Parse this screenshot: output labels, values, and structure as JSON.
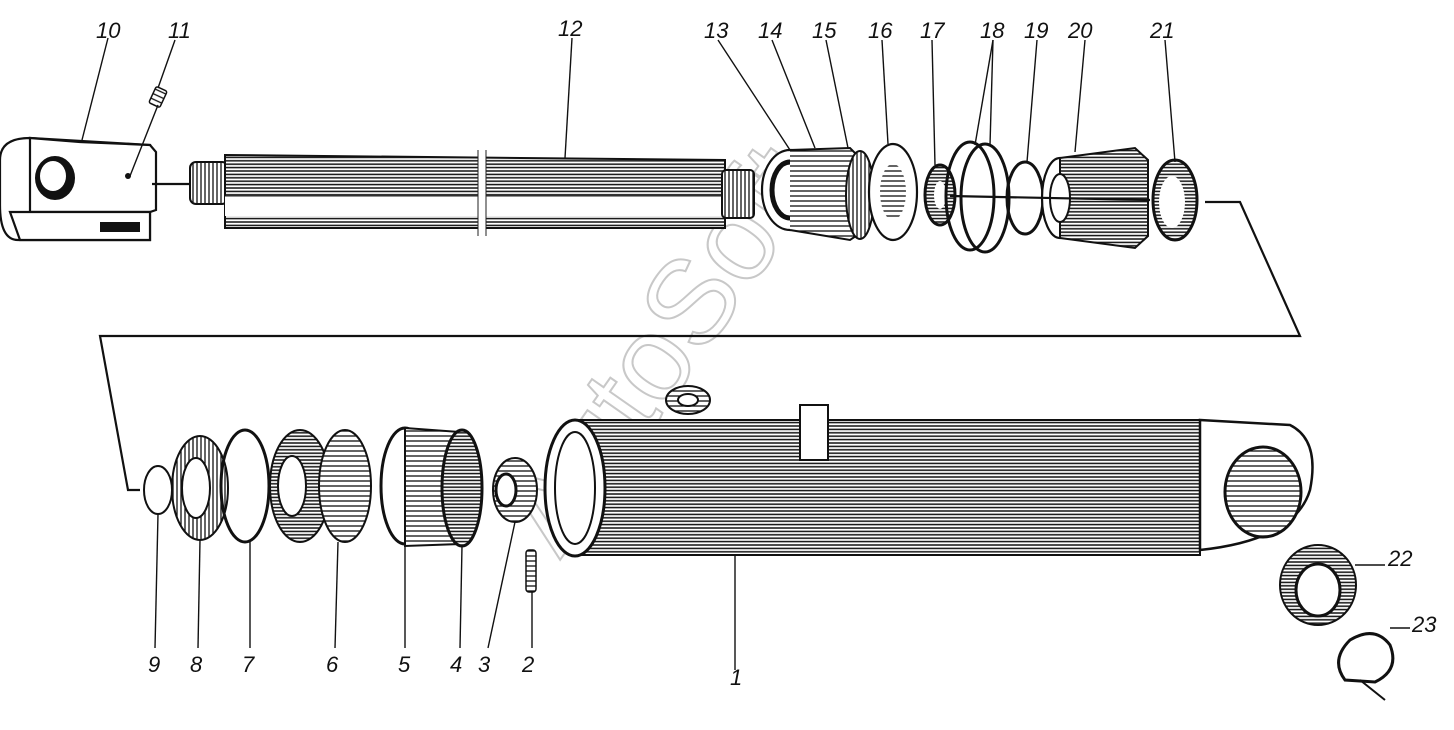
{
  "figure": {
    "watermark": "AutoSoft",
    "part_labels": [
      "1",
      "2",
      "3",
      "4",
      "5",
      "6",
      "7",
      "8",
      "9",
      "10",
      "11",
      "12",
      "13",
      "14",
      "15",
      "16",
      "17",
      "18",
      "19",
      "20",
      "21",
      "22",
      "23"
    ]
  }
}
